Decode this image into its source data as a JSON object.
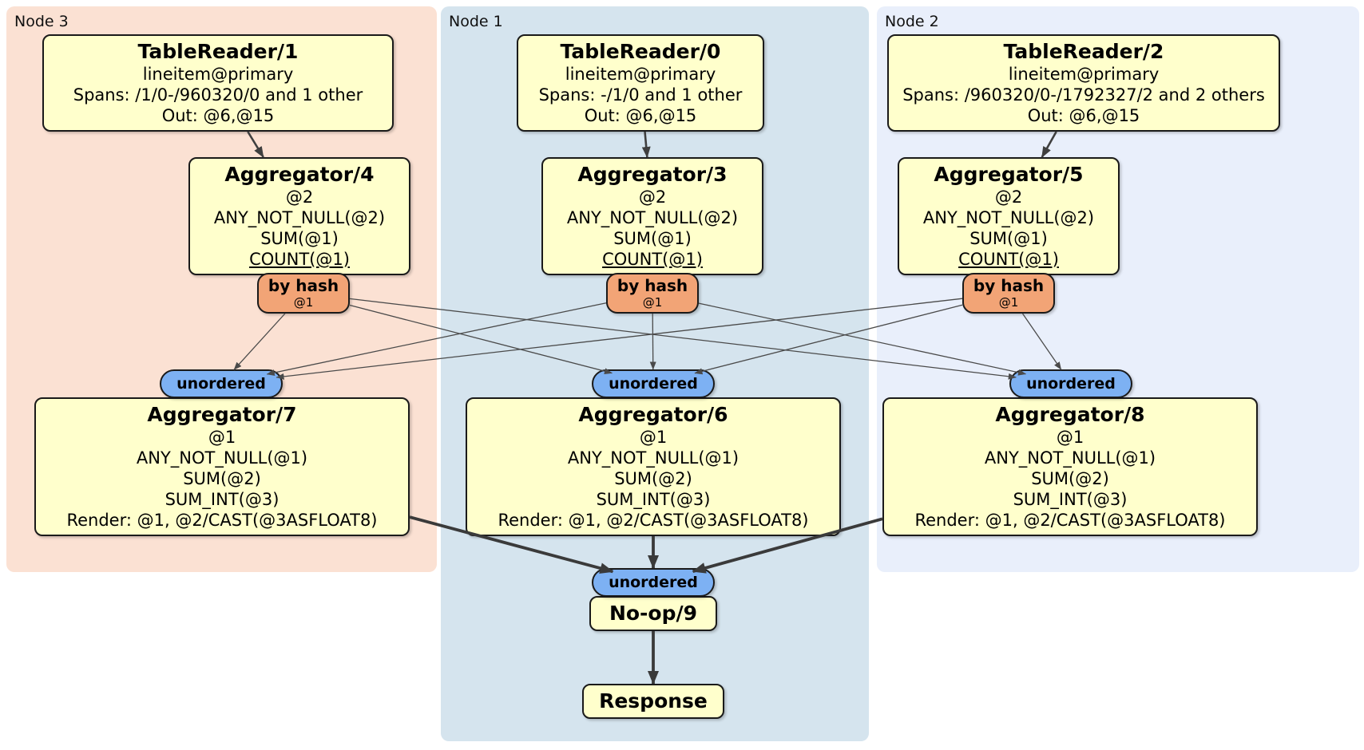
{
  "groups": {
    "node3": {
      "label": "Node 3"
    },
    "node1": {
      "label": "Node 1"
    },
    "node2": {
      "label": "Node 2"
    }
  },
  "boxes": {
    "tr1": {
      "title": "TableReader/1",
      "lines": [
        "lineitem@primary",
        "Spans: /1/0-/960320/0 and 1 other",
        "Out: @6,@15"
      ]
    },
    "tr0": {
      "title": "TableReader/0",
      "lines": [
        "lineitem@primary",
        "Spans: -/1/0 and 1 other",
        "Out: @6,@15"
      ]
    },
    "tr2": {
      "title": "TableReader/2",
      "lines": [
        "lineitem@primary",
        "Spans: /960320/0-/1792327/2 and 2 others",
        "Out: @6,@15"
      ]
    },
    "agg4": {
      "title": "Aggregator/4",
      "lines": [
        "@2",
        "ANY_NOT_NULL(@2)",
        "SUM(@1)",
        "COUNT(@1)"
      ]
    },
    "agg3": {
      "title": "Aggregator/3",
      "lines": [
        "@2",
        "ANY_NOT_NULL(@2)",
        "SUM(@1)",
        "COUNT(@1)"
      ]
    },
    "agg5": {
      "title": "Aggregator/5",
      "lines": [
        "@2",
        "ANY_NOT_NULL(@2)",
        "SUM(@1)",
        "COUNT(@1)"
      ]
    },
    "agg7": {
      "title": "Aggregator/7",
      "lines": [
        "@1",
        "ANY_NOT_NULL(@1)",
        "SUM(@2)",
        "SUM_INT(@3)",
        "Render: @1, @2/CAST(@3ASFLOAT8)"
      ]
    },
    "agg6": {
      "title": "Aggregator/6",
      "lines": [
        "@1",
        "ANY_NOT_NULL(@1)",
        "SUM(@2)",
        "SUM_INT(@3)",
        "Render: @1, @2/CAST(@3ASFLOAT8)"
      ]
    },
    "agg8": {
      "title": "Aggregator/8",
      "lines": [
        "@1",
        "ANY_NOT_NULL(@1)",
        "SUM(@2)",
        "SUM_INT(@3)",
        "Render: @1, @2/CAST(@3ASFLOAT8)"
      ]
    },
    "noop": {
      "title": "No-op/9"
    },
    "response": {
      "title": "Response"
    }
  },
  "routers": {
    "byhash": {
      "label": "by hash",
      "detail": "@1"
    },
    "unordered": {
      "label": "unordered"
    }
  },
  "colors": {
    "node3_bg": "#fbe1d3",
    "node1_bg": "#d5e4ee",
    "node2_bg": "#e9effb",
    "processor_fill": "#ffffcc",
    "router_fill": "#f2a476",
    "sync_fill": "#7db1f3",
    "edge": "#3f3f3f"
  }
}
